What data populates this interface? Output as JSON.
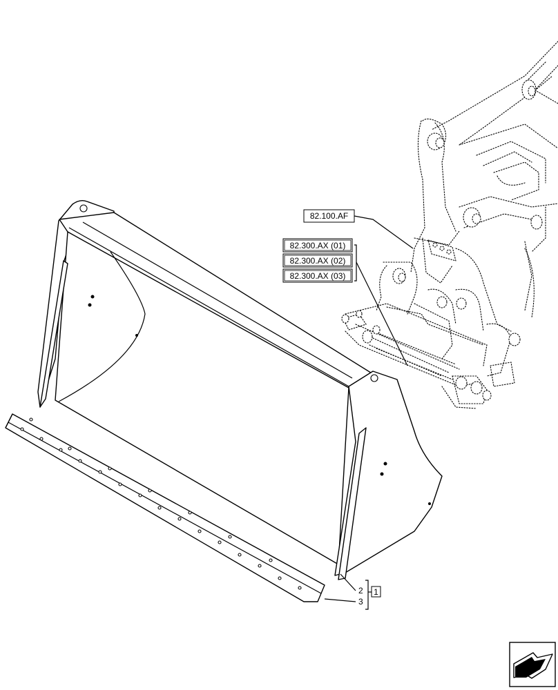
{
  "references": {
    "r1": "82.100.AF",
    "r2": "82.300.AX (01)",
    "r3": "82.300.AX (02)",
    "r4": "82.300.AX (03)"
  },
  "items": {
    "n2": "2",
    "n3": "3",
    "assembly": "1"
  },
  "icons": {
    "navigation": "arrow-page-icon"
  }
}
